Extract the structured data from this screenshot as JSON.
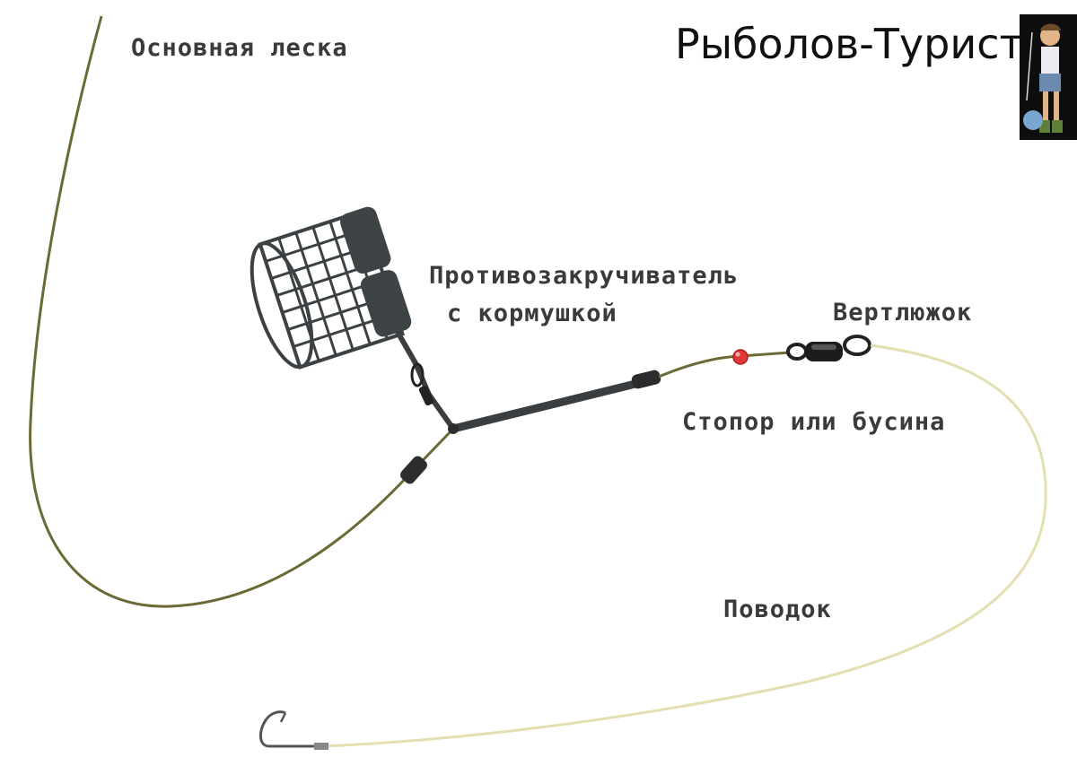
{
  "brand": {
    "title": "Рыболов-Турист"
  },
  "labels": {
    "main_line": "Основная леска",
    "anti_tangle_line1": "Противозакручиватель",
    "anti_tangle_line2": "с кормушкой",
    "swivel": "Вертлюжок",
    "stopper": "Стопор или бусина",
    "leader": "Поводок"
  },
  "colors": {
    "main_line": "#6b6a35",
    "leader": "#e3dfb0",
    "tube": "#3b3e40",
    "feeder_mesh": "#3c4144",
    "bead": "#e03838",
    "hook": "#555555"
  },
  "icons": [
    "fisherman-logo-icon",
    "feeder-cage-icon",
    "swivel-icon",
    "bead-icon",
    "hook-icon"
  ]
}
